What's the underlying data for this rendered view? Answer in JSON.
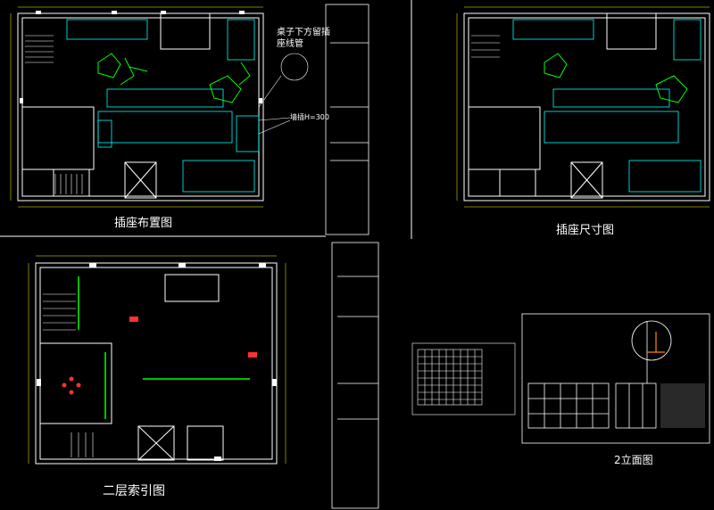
{
  "sheets": {
    "socket_layout": {
      "title": "插座布置图"
    },
    "socket_dimension": {
      "title": "插座尺寸图"
    },
    "second_floor_index": {
      "title": "二层索引图"
    },
    "elevation_2": {
      "title": "2立面图"
    }
  },
  "callouts": {
    "under_desk_note": "桌子下方留插座线管",
    "wall_socket_note": "墙插H=300"
  },
  "colors": {
    "wall": "#ffffff",
    "furniture": "#00ffff",
    "plants": "#00ff00",
    "annotation": "#ffff00",
    "marker": "#ff3030",
    "background": "#000000"
  }
}
